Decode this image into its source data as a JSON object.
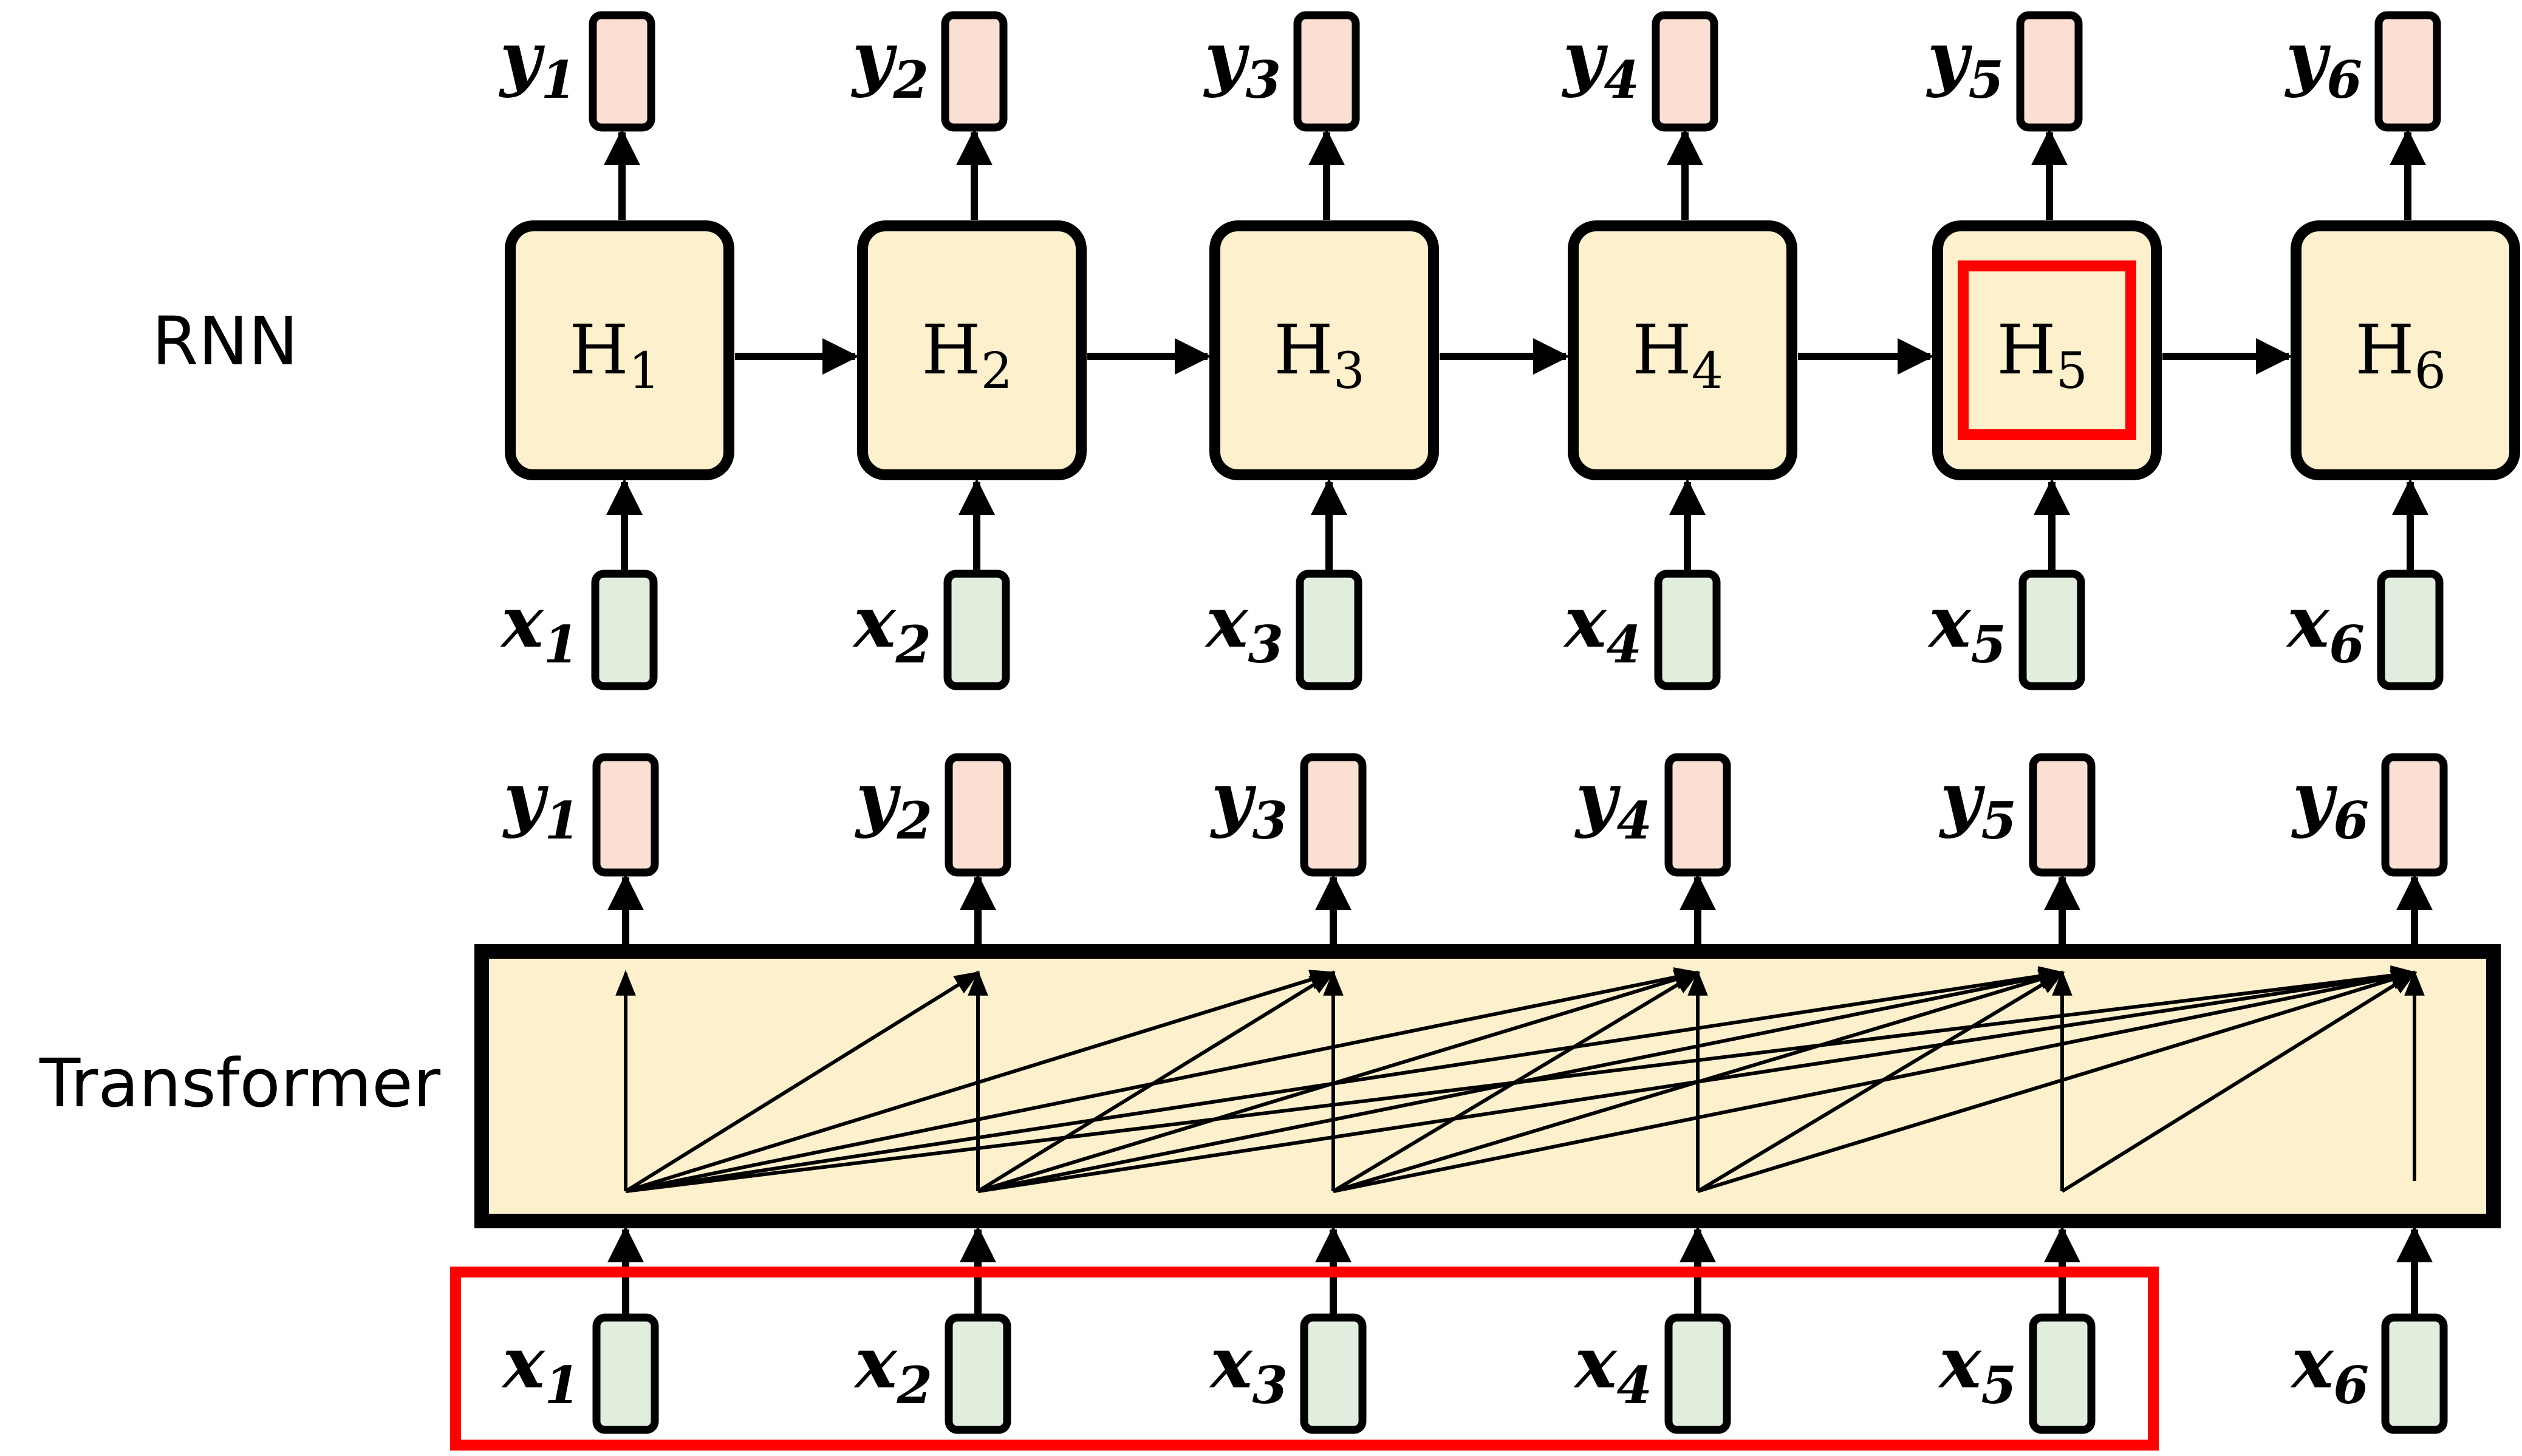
{
  "sections": {
    "rnn_label": "RNN",
    "transformer_label": "Transformer"
  },
  "rnn": {
    "hidden": [
      {
        "letter": "H",
        "sub": "1"
      },
      {
        "letter": "H",
        "sub": "2"
      },
      {
        "letter": "H",
        "sub": "3"
      },
      {
        "letter": "H",
        "sub": "4"
      },
      {
        "letter": "H",
        "sub": "5",
        "highlighted": true
      },
      {
        "letter": "H",
        "sub": "6"
      }
    ],
    "inputs": [
      {
        "letter": "x",
        "sub": "1"
      },
      {
        "letter": "x",
        "sub": "2"
      },
      {
        "letter": "x",
        "sub": "3"
      },
      {
        "letter": "x",
        "sub": "4"
      },
      {
        "letter": "x",
        "sub": "5"
      },
      {
        "letter": "x",
        "sub": "6"
      }
    ],
    "outputs": [
      {
        "letter": "y",
        "sub": "1"
      },
      {
        "letter": "y",
        "sub": "2"
      },
      {
        "letter": "y",
        "sub": "3"
      },
      {
        "letter": "y",
        "sub": "4"
      },
      {
        "letter": "y",
        "sub": "5"
      },
      {
        "letter": "y",
        "sub": "6"
      }
    ]
  },
  "transformer": {
    "inputs": [
      {
        "letter": "x",
        "sub": "1",
        "highlighted": true
      },
      {
        "letter": "x",
        "sub": "2",
        "highlighted": true
      },
      {
        "letter": "x",
        "sub": "3",
        "highlighted": true
      },
      {
        "letter": "x",
        "sub": "4",
        "highlighted": true
      },
      {
        "letter": "x",
        "sub": "5",
        "highlighted": true
      },
      {
        "letter": "x",
        "sub": "6"
      }
    ],
    "outputs": [
      {
        "letter": "y",
        "sub": "1"
      },
      {
        "letter": "y",
        "sub": "2"
      },
      {
        "letter": "y",
        "sub": "3"
      },
      {
        "letter": "y",
        "sub": "4"
      },
      {
        "letter": "y",
        "sub": "5"
      },
      {
        "letter": "y",
        "sub": "6"
      }
    ],
    "attention": "causal"
  },
  "colors": {
    "hidden_fill": "#fdf0cc",
    "input_fill": "#e1eedd",
    "output_fill": "#fbdfd2",
    "transformer_fill": "#fdf0cc",
    "highlight": "#ff0000",
    "stroke": "#000000"
  }
}
